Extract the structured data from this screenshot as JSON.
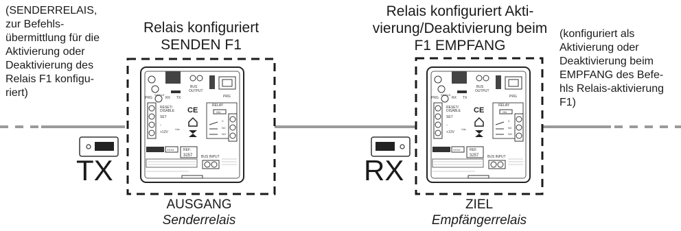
{
  "left": {
    "note": "(SENDERRELAIS, zur Befehls-übermittlung für die Aktivierung oder Deaktivierung des Relais F1 konfigu-riert)",
    "note_lines": [
      "(SENDERRELAIS,",
      "zur Befehls-",
      "übermittlung für die",
      "Aktivierung oder",
      "Deaktivierung des",
      "Relais F1 konfigu-",
      "riert)"
    ],
    "title_lines": [
      "Relais konfiguriert",
      "SENDEN F1"
    ],
    "device_label": "TX",
    "caption": "AUSGANG",
    "caption_italic": "Senderrelais",
    "module": {
      "prg": "PRG",
      "single": "SINGLE",
      "rx": "RX",
      "tx": "TX",
      "bus": "BUS",
      "output": "OUTPUT",
      "prg2": "PRG",
      "reset": "RESET/",
      "disable": "DISABLE",
      "set": "SET",
      "minus": "-",
      "plus12": "+12V",
      "vdc": "Vdc",
      "relay": "RELAY",
      "on": "ON",
      "c": "C",
      "nc": "NC",
      "no": "NO",
      "ref": "REF.",
      "ref_no": "3257",
      "bus_input": "BUS INPUT"
    }
  },
  "right": {
    "title_lines": [
      "Relais konfiguriert Akti-",
      "vierung/Deaktivierung beim",
      "F1 EMPFANG"
    ],
    "note": "(konfiguriert als Aktivierung oder Deaktivierung beim EMPFANG des Befe-hls Relais-aktivierung F1)",
    "note_lines": [
      "(konfiguriert als",
      "Aktivierung oder",
      "Deaktivierung beim",
      "EMPFANG des Befe-",
      "hls Relais-aktivierung",
      "F1)"
    ],
    "device_label": "RX",
    "caption": "ZIEL",
    "caption_italic": "Empfängerrelais",
    "module": {
      "prg": "PRG",
      "single": "SINGLE",
      "rx": "RX",
      "tx": "TX",
      "bus": "BUS",
      "output": "OUTPUT",
      "prg2": "PRG",
      "reset": "RESET/",
      "disable": "DISABLE",
      "set": "SET",
      "minus": "-",
      "plus12": "+12V",
      "vdc": "Vdc",
      "relay": "RELAY",
      "on": "ON",
      "c": "C",
      "nc": "NC",
      "no": "NO",
      "ref": "REF.",
      "ref_no": "3257",
      "bus_input": "BUS INPUT"
    }
  },
  "colors": {
    "bus_line": "#9a9a9a",
    "dash_box": "#1a1a1a",
    "text": "#1a1a1a"
  }
}
